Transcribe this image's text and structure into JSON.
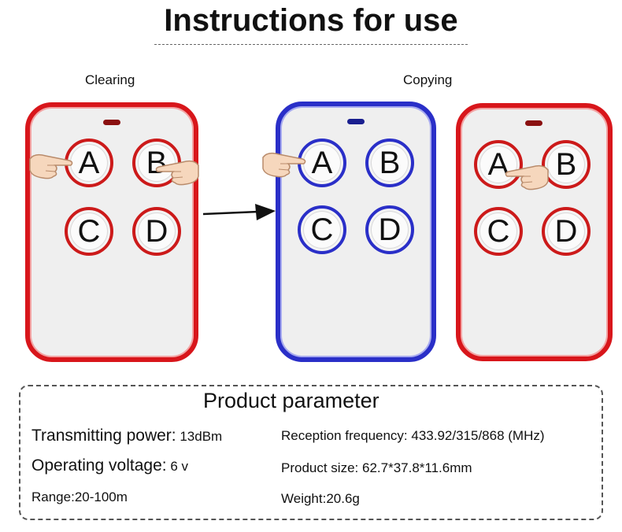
{
  "header": {
    "title": "Instructions for use"
  },
  "steps": {
    "clearing_label": "Clearing",
    "copying_label": "Copying"
  },
  "remote_buttons": [
    "A",
    "B",
    "C",
    "D"
  ],
  "colors": {
    "red_remote": "#d8161b",
    "blue_remote": "#2a2fc8",
    "body": "#efefef"
  },
  "parameters": {
    "title": "Product parameter",
    "transmitting_power": {
      "label": "Transmitting power:",
      "value": " 13dBm"
    },
    "reception_frequency": {
      "label": "Reception frequency:",
      "value": " 433.92/315/868 (MHz)"
    },
    "operating_voltage": {
      "label": "Operating voltage:",
      "value": " 6 v"
    },
    "product_size": {
      "label": "Product size:",
      "value": " 62.7*37.8*11.6mm"
    },
    "range": {
      "label": "Range:",
      "value": "20-100m"
    },
    "weight": {
      "label": "Weight:",
      "value": "20.6g"
    }
  }
}
